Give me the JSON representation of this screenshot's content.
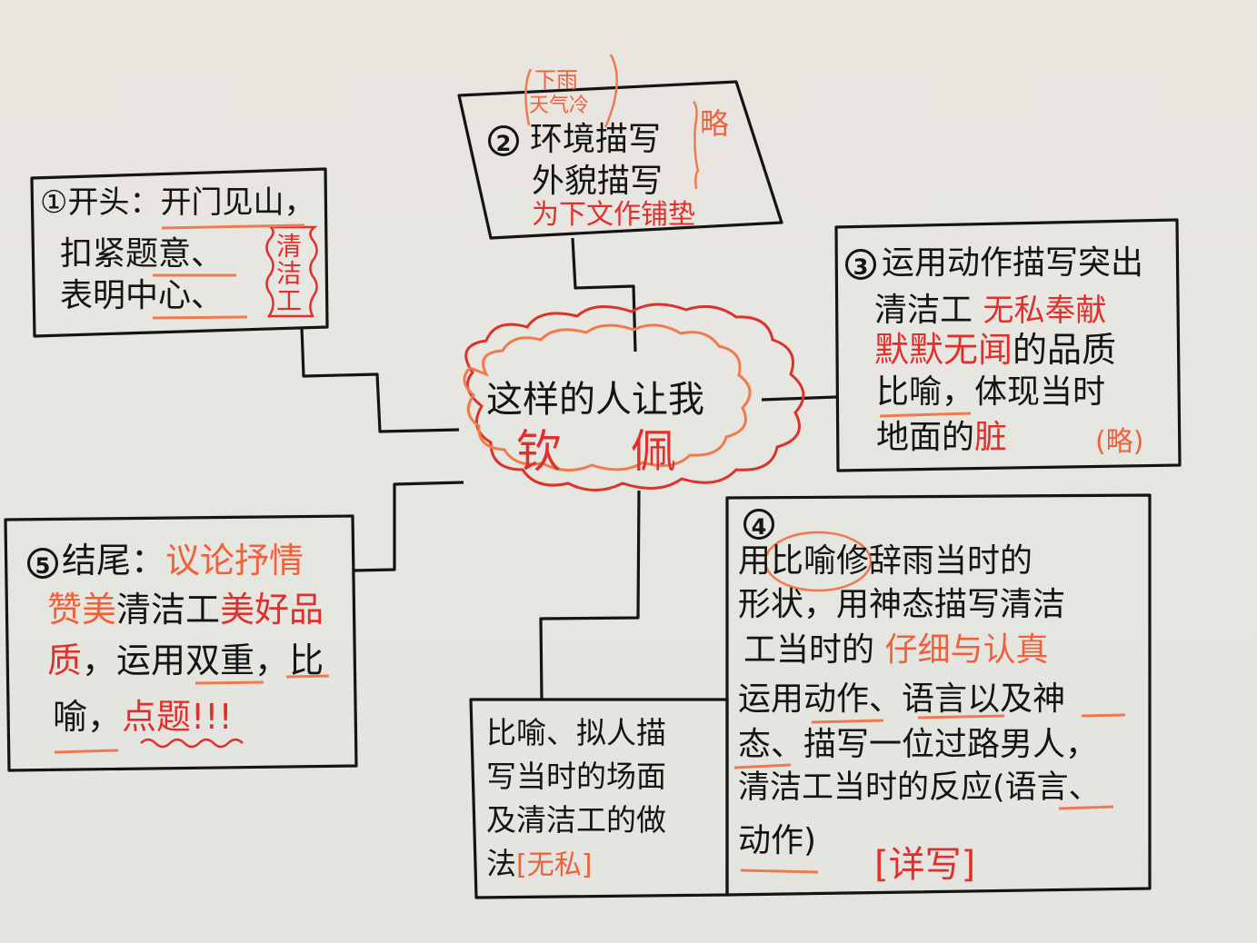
{
  "colors": {
    "paper": "#e6e5e0",
    "ink": "#141414",
    "red_marker": "#e0302c",
    "orange_marker": "#f0603a",
    "orange_underline": "#f07a50"
  },
  "center": {
    "line1": "这样的人让我",
    "line2": "钦  佩"
  },
  "box1": {
    "number": "①",
    "label": "开头：",
    "line1_rest": "开门见山，",
    "line2": "扣紧题意、",
    "line3": "表明中心、",
    "tag": "清洁工"
  },
  "box2": {
    "number": "2",
    "annotation_top_line1": "下雨",
    "annotation_top_line2": "天气冷",
    "line1": "环境描写",
    "line2": "外貌描写",
    "side_tag": "略",
    "line3": "为下文作铺垫"
  },
  "box3": {
    "number": "3",
    "line1": "运用动作描写突出",
    "line2_black": "清洁工",
    "line2_red": "无私奉献",
    "line3_red": "默默无闻",
    "line3_black": "的品质",
    "line4_underlined": "比喻",
    "line4_rest": "，体现当时",
    "line5_black": "地面的",
    "line5_red": "脏",
    "tag": "(略)"
  },
  "box4": {
    "number": "4",
    "line1_pre": "用",
    "line1_circled": "比喻",
    "line1_post": "修辞雨当时的",
    "line2": "形状，用神态描写清洁",
    "line3_black": "工当时的",
    "line3_orange": "仔细与认真",
    "line4_a": "运用",
    "line4_b": "动作",
    "line4_c": "、",
    "line4_d": "语言",
    "line4_e": "以及",
    "line4_f": "神",
    "line5_a": "态",
    "line5_b": "、描写一位过路男人，",
    "line6_a": "清洁工当时的反应(",
    "line6_b": "语言",
    "line6_c": "、",
    "line7_a": "动作",
    "line7_b": ")",
    "tag": "[详写]"
  },
  "box5": {
    "number": "5",
    "label": "结尾：",
    "line1_orange": "议论抒情",
    "line2_orange": "赞美",
    "line2_black": "清洁工",
    "line2_red": "美好品",
    "line3_red": "质",
    "line3_black_a": "，运用",
    "line3_ul": "双重",
    "line3_black_b": "，",
    "line3_ul2": "比",
    "line4_ul": "喻",
    "line4_black": "，",
    "line4_red": "点题",
    "line4_excl": "!!!"
  },
  "box6": {
    "line1": "比喻、拟人描",
    "line2": "写当时的场面",
    "line3": "及清洁工的做",
    "line4": "法",
    "tag": "[无私]"
  }
}
